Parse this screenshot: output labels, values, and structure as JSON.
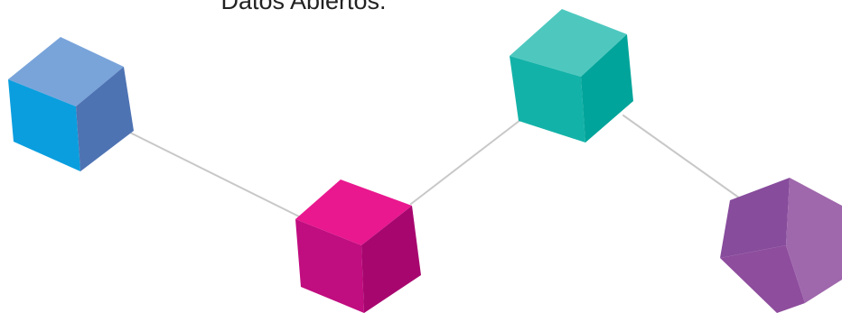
{
  "caption": "Datos Abiertos.",
  "connector_color": "#c8c8c8",
  "cubes": [
    {
      "id": "cube-blue",
      "top": "#79a4da",
      "left": "#0a9ede",
      "right": "#4e73b3"
    },
    {
      "id": "cube-magenta",
      "top": "#e9188f",
      "left": "#c00d7f",
      "right": "#a8066f"
    },
    {
      "id": "cube-teal",
      "top": "#4ec8bf",
      "left": "#13b2a8",
      "right": "#00a49a"
    },
    {
      "id": "cube-purple",
      "top": "#874c9c",
      "left": "#8e4d9d",
      "right": "#9f67ac"
    }
  ]
}
